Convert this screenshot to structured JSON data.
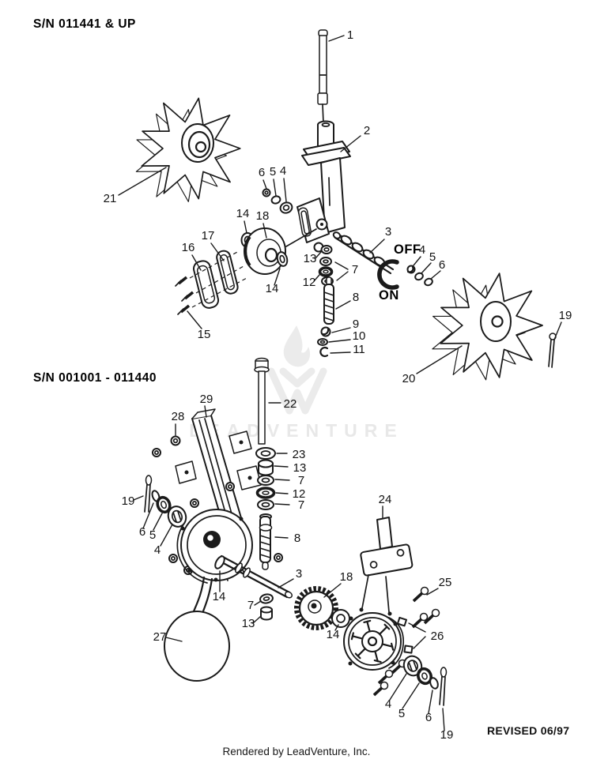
{
  "doc": {
    "serial_top": "S/N  011441 & UP",
    "serial_bottom": "S/N  001001 - 011440",
    "revised": "REVISED 06/97",
    "rendered_by": "Rendered by LeadVenture, Inc.",
    "ink_color": "#1a1a1a",
    "watermark_color": "#e8e8e8"
  },
  "watermark": {
    "text": "LEADVENTURE",
    "logo": "flame-monogram"
  },
  "switch_labels": {
    "off": "OFF",
    "on": "ON"
  },
  "callouts": {
    "upper": {
      "n1": "1",
      "n2": "2",
      "n3": "3",
      "n4a": "4",
      "n4b": "4",
      "n5a": "5",
      "n5b": "5",
      "n6a": "6",
      "n6b": "6",
      "n7": "7",
      "n8": "8",
      "n9": "9",
      "n10": "10",
      "n11": "11",
      "n12": "12",
      "n13": "13",
      "n14a": "14",
      "n14b": "14",
      "n15": "15",
      "n16": "16",
      "n17": "17",
      "n18": "18",
      "n19": "19",
      "n20": "20",
      "n21": "21"
    },
    "lower": {
      "n3": "3",
      "n4a": "4",
      "n4b": "4",
      "n5a": "5",
      "n5b": "5",
      "n6a": "6",
      "n6b": "6",
      "n7a": "7",
      "n7b": "7",
      "n7c": "7",
      "n8": "8",
      "n12": "12",
      "n13a": "13",
      "n13b": "13",
      "n14a": "14",
      "n14b": "14",
      "n18": "18",
      "n19a": "19",
      "n19b": "19",
      "n22": "22",
      "n23": "23",
      "n24": "24",
      "n25": "25",
      "n26": "26",
      "n27": "27",
      "n28": "28",
      "n29": "29"
    }
  }
}
